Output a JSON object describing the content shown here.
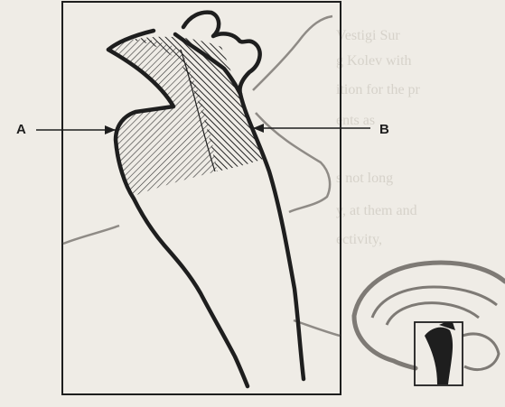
{
  "labels": {
    "a": "A",
    "b": "B"
  },
  "background_text": {
    "lines": [
      "Vestigi Sur",
      "g Kolev with",
      "ition for the pr",
      "ents as",
      "s not long",
      "y, at them and",
      "ectivity,"
    ]
  },
  "colors": {
    "paper": "#efece6",
    "ink": "#1e1e1e",
    "region_a_hatch": "#333333",
    "region_b_hatch": "#222222",
    "faint_outline": "#8f8b86"
  },
  "icons": {
    "pointer_a": "arrow-right-icon",
    "pointer_b": "arrow-left-icon",
    "inset": "brain-sagittal-icon"
  }
}
